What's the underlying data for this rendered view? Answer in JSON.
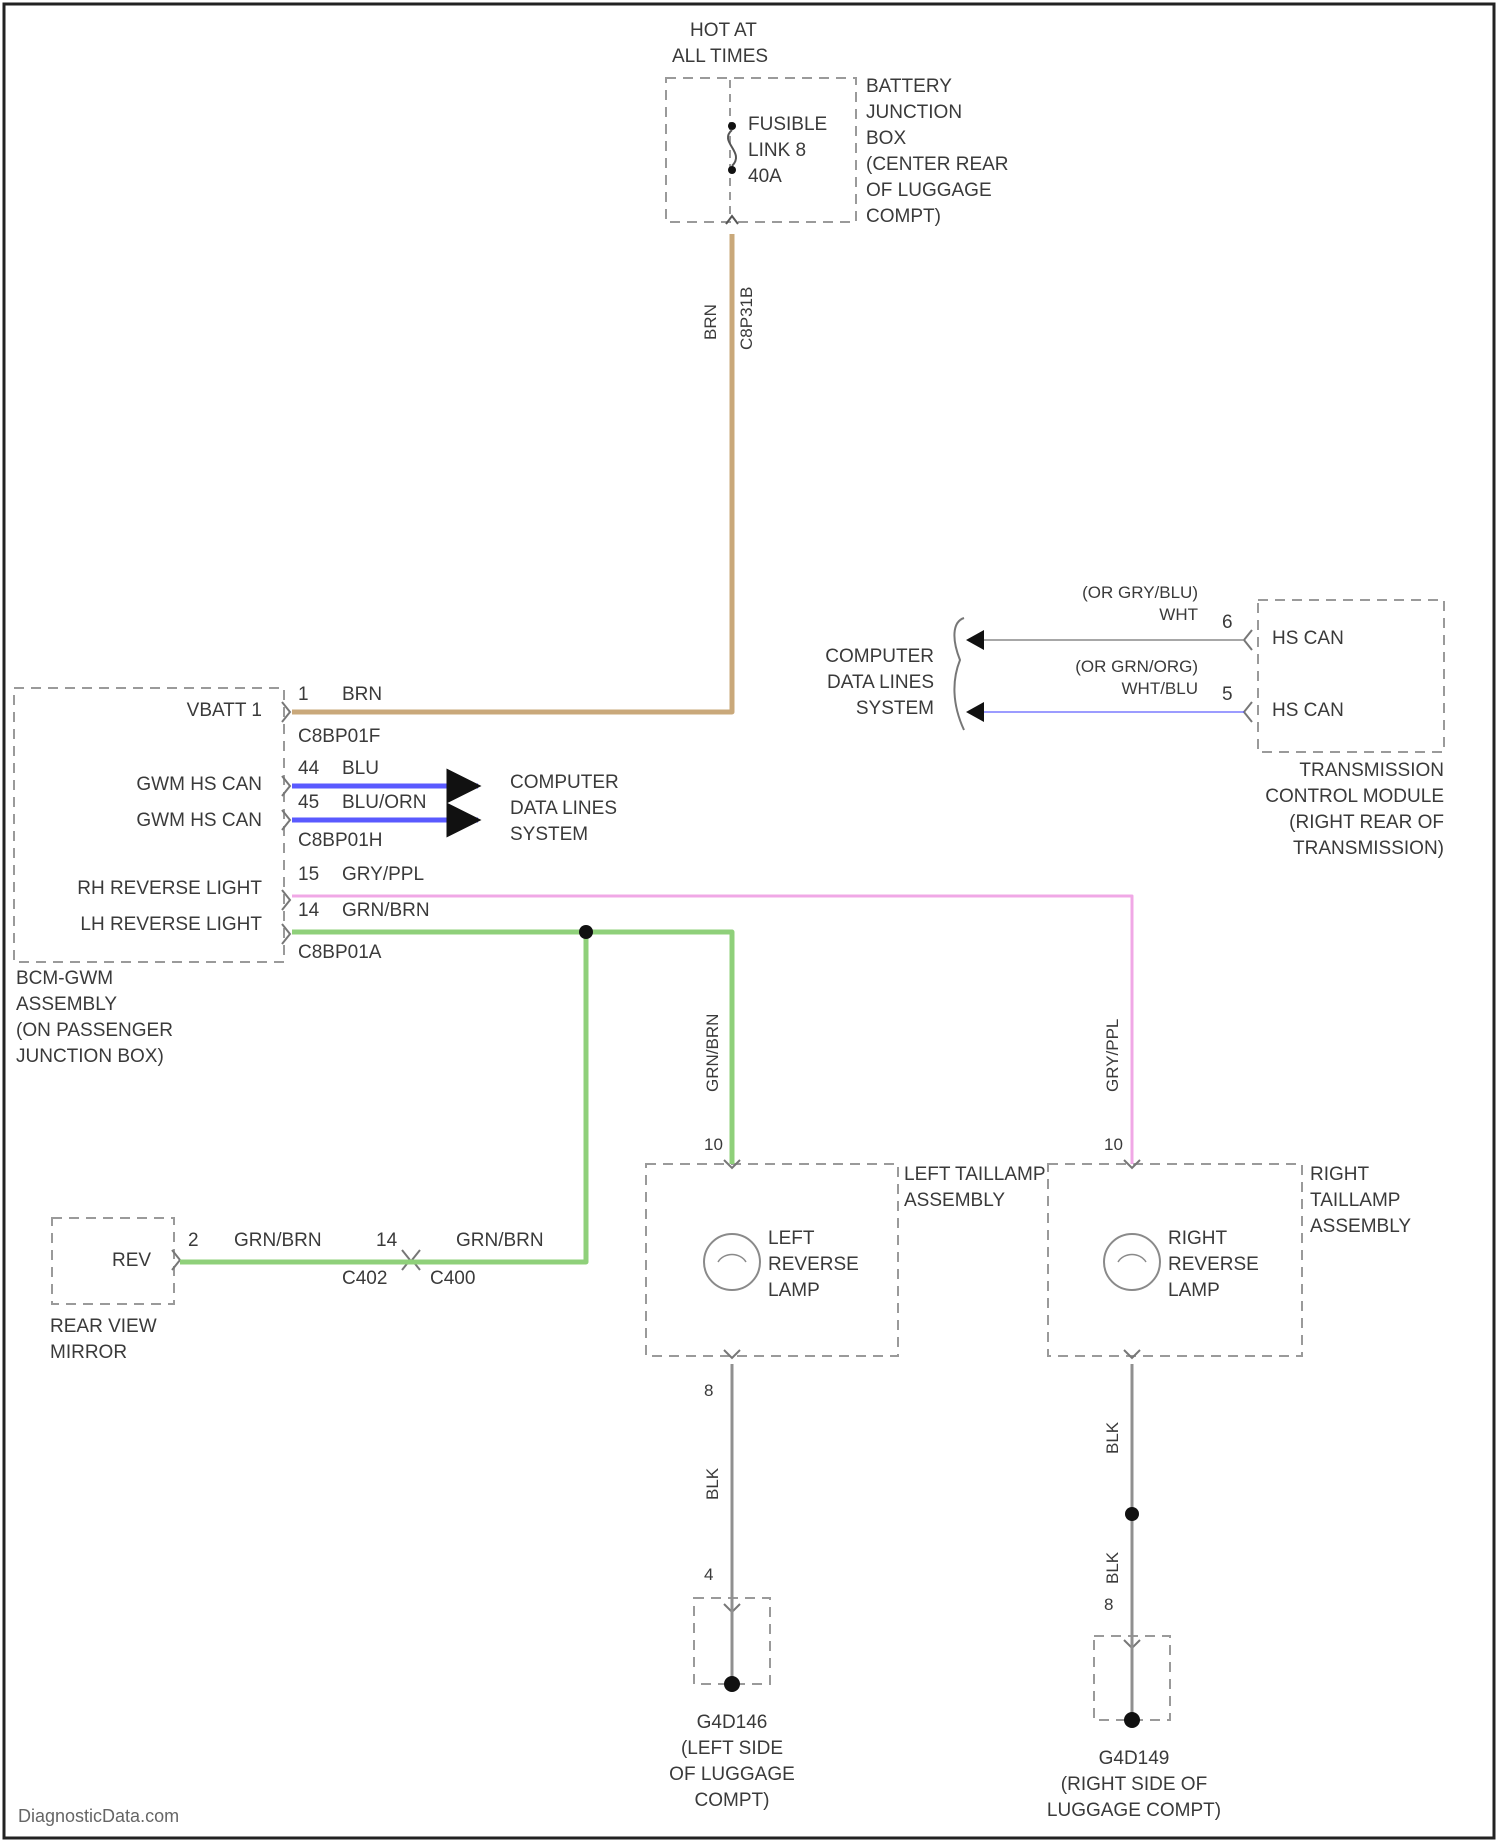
{
  "watermark": "DiagnosticData.com",
  "battery_box": {
    "hot": [
      "HOT AT",
      "ALL TIMES"
    ],
    "fuse": [
      "FUSIBLE",
      "LINK 8",
      "40A"
    ],
    "label": [
      "BATTERY",
      "JUNCTION",
      "BOX",
      "(CENTER REAR",
      "OF LUGGAGE",
      "COMPT)"
    ],
    "wire_color": "BRN",
    "connector": "C8P31B"
  },
  "bcm": {
    "label": [
      "BCM-GWM",
      "ASSEMBLY",
      "(ON PASSENGER",
      "JUNCTION BOX)"
    ],
    "pins": [
      {
        "name": "VBATT 1",
        "num": "1",
        "color": "BRN"
      },
      {
        "name": "GWM HS CAN",
        "num": "44",
        "color": "BLU"
      },
      {
        "name": "GWM HS CAN",
        "num": "45",
        "color": "BLU/ORN"
      },
      {
        "name": "RH REVERSE LIGHT",
        "num": "15",
        "color": "GRY/PPL"
      },
      {
        "name": "LH REVERSE LIGHT",
        "num": "14",
        "color": "GRN/BRN"
      }
    ],
    "connectors": [
      "C8BP01F",
      "C8BP01H",
      "C8BP01A"
    ]
  },
  "data_lines_left": [
    "COMPUTER",
    "DATA LINES",
    "SYSTEM"
  ],
  "tcm": {
    "data_lines": [
      "COMPUTER",
      "DATA LINES",
      "SYSTEM"
    ],
    "wire1": [
      "(OR GRY/BLU)",
      "WHT"
    ],
    "wire2": [
      "(OR GRN/ORG)",
      "WHT/BLU"
    ],
    "pin1": "6",
    "pin2": "5",
    "signal1": "HS CAN",
    "signal2": "HS CAN",
    "label": [
      "TRANSMISSION",
      "CONTROL MODULE",
      "(RIGHT REAR OF",
      "TRANSMISSION)"
    ]
  },
  "mirror": {
    "name": "REV",
    "pin": "2",
    "wire": "GRN/BRN",
    "conn_pin": "14",
    "wire2": "GRN/BRN",
    "conn_a": "C402",
    "conn_b": "C400",
    "label": [
      "REAR VIEW",
      "MIRROR"
    ]
  },
  "left_tail": {
    "wire": "GRN/BRN",
    "pin_top": "10",
    "lamp": [
      "LEFT",
      "REVERSE",
      "LAMP"
    ],
    "assembly": [
      "LEFT TAILLAMP",
      "ASSEMBLY"
    ],
    "pin_bottom": "8",
    "ground_wire": "BLK",
    "pin_ground": "4",
    "ground": [
      "G4D146",
      "(LEFT SIDE",
      "OF LUGGAGE",
      "COMPT)"
    ]
  },
  "right_tail": {
    "wire": "GRY/PPL",
    "pin_top": "10",
    "lamp": [
      "RIGHT",
      "REVERSE",
      "LAMP"
    ],
    "assembly": [
      "RIGHT",
      "TAILLAMP",
      "ASSEMBLY"
    ],
    "ground_wire": "BLK",
    "ground_wire2": "BLK",
    "pin_ground": "8",
    "ground": [
      "G4D149",
      "(RIGHT SIDE OF",
      "LUGGAGE COMPT)"
    ]
  },
  "colors": {
    "brn": "#c9a87a",
    "blu": "#5a5aff",
    "grn": "#8fd07a",
    "ppl": "#f0a8e6",
    "blk": "#909090",
    "box": "#9a9a9a",
    "text": "#3a3a3a"
  }
}
